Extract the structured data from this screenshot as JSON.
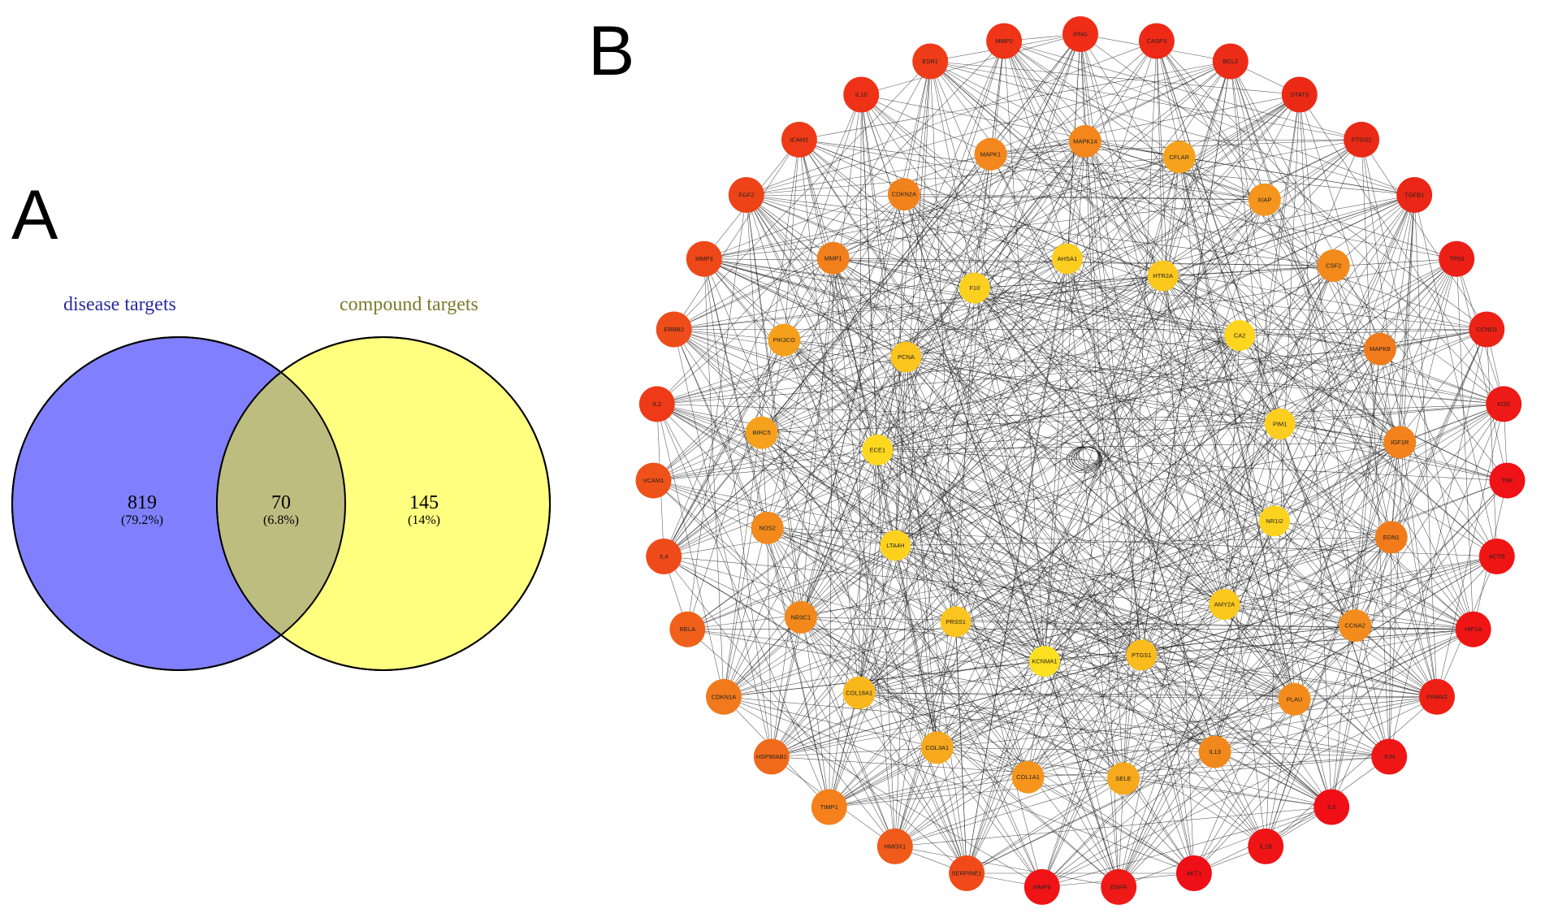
{
  "panels": {
    "a": "A",
    "b": "B"
  },
  "venn": {
    "sets": [
      {
        "label": "disease targets",
        "color": "#8080ff",
        "label_color": "#2a2aa0"
      },
      {
        "label": "compound targets",
        "color": "#ffff80",
        "label_color": "#7a7a2a"
      }
    ],
    "overlap_color": "#bdbd80",
    "regions": [
      {
        "count": "819",
        "percent": "(79.2%)"
      },
      {
        "count": "70",
        "percent": "(6.8%)"
      },
      {
        "count": "145",
        "percent": "(14%)"
      }
    ]
  },
  "network": {
    "outer_ring": [
      {
        "label": "IFNG",
        "color": "#f02d17"
      },
      {
        "label": "CASP3",
        "color": "#ee2a17"
      },
      {
        "label": "BCL2",
        "color": "#ec2c17"
      },
      {
        "label": "STAT3",
        "color": "#eb2a16"
      },
      {
        "label": "PTGS2",
        "color": "#ea2a16"
      },
      {
        "label": "TGFB1",
        "color": "#ea2616"
      },
      {
        "label": "TP53",
        "color": "#ec1f17"
      },
      {
        "label": "CCND1",
        "color": "#ec2216"
      },
      {
        "label": "FOS",
        "color": "#ee1a17"
      },
      {
        "label": "TNF",
        "color": "#ef1216"
      },
      {
        "label": "ACTB",
        "color": "#ef1514"
      },
      {
        "label": "HIF1A",
        "color": "#ef1514"
      },
      {
        "label": "PPARG",
        "color": "#ee2015"
      },
      {
        "label": "JUN",
        "color": "#ef1716"
      },
      {
        "label": "IL6",
        "color": "#f00f17"
      },
      {
        "label": "IL1B",
        "color": "#ef1517"
      },
      {
        "label": "AKT1",
        "color": "#ee0f17"
      },
      {
        "label": "EGFR",
        "color": "#ef1a17"
      },
      {
        "label": "MMP9",
        "color": "#f01417"
      },
      {
        "label": "SERPINE1",
        "color": "#f04a1a"
      },
      {
        "label": "HMOX1",
        "color": "#f05a1a"
      },
      {
        "label": "TIMP1",
        "color": "#f5801c"
      },
      {
        "label": "HSP90AB1",
        "color": "#f06a1b"
      },
      {
        "label": "CDKN1A",
        "color": "#f07a1c"
      },
      {
        "label": "RELA",
        "color": "#f0601b"
      },
      {
        "label": "IL4",
        "color": "#ef4a19"
      },
      {
        "label": "VCAM1",
        "color": "#ee5219"
      },
      {
        "label": "IL2",
        "color": "#ee3a18"
      },
      {
        "label": "ERBB2",
        "color": "#ee4c19"
      },
      {
        "label": "MMP3",
        "color": "#ee4818"
      },
      {
        "label": "FGF2",
        "color": "#ee4318"
      },
      {
        "label": "ICAM1",
        "color": "#ee3a18"
      },
      {
        "label": "IL10",
        "color": "#ef3217"
      },
      {
        "label": "ESR1",
        "color": "#ef3c18"
      },
      {
        "label": "MMP2",
        "color": "#ef3418"
      }
    ],
    "middle_ring": [
      {
        "label": "CFLAR",
        "color": "#f7a21d"
      },
      {
        "label": "XIAP",
        "color": "#f5951d"
      },
      {
        "label": "CSF2",
        "color": "#f28a1c"
      },
      {
        "label": "MAPK8",
        "color": "#f17a1b"
      },
      {
        "label": "IGF1R",
        "color": "#f1821c"
      },
      {
        "label": "EDN1",
        "color": "#f17a1b"
      },
      {
        "label": "CCNA2",
        "color": "#f38c1c"
      },
      {
        "label": "PLAU",
        "color": "#f38c1c"
      },
      {
        "label": "IL13",
        "color": "#f1881c"
      },
      {
        "label": "SELE",
        "color": "#f7a91d"
      },
      {
        "label": "COL1A1",
        "color": "#f5951d"
      },
      {
        "label": "COL3A1",
        "color": "#f7a91d"
      },
      {
        "label": "COL18A1",
        "color": "#f9b71e"
      },
      {
        "label": "NR3C1",
        "color": "#f2881c"
      },
      {
        "label": "NOS2",
        "color": "#f28a1c"
      },
      {
        "label": "BIRC5",
        "color": "#f5a11d"
      },
      {
        "label": "PIK3CG",
        "color": "#f5a01d"
      },
      {
        "label": "MMP1",
        "color": "#f17f1b"
      },
      {
        "label": "CDKN2A",
        "color": "#f2831c"
      },
      {
        "label": "MAPK1",
        "color": "#f3861c"
      },
      {
        "label": "MAPK14",
        "color": "#f3861c"
      }
    ],
    "inner_ring": [
      {
        "label": "HTR2A",
        "color": "#fbc81e"
      },
      {
        "label": "CA2",
        "color": "#fdd51f"
      },
      {
        "label": "PIM1",
        "color": "#fdcd1f"
      },
      {
        "label": "NR1I2",
        "color": "#fdd21f"
      },
      {
        "label": "AMY2A",
        "color": "#fbc81e"
      },
      {
        "label": "PTGS1",
        "color": "#f9bb1e"
      },
      {
        "label": "KCNMA1",
        "color": "#fde01f"
      },
      {
        "label": "PRSS1",
        "color": "#fbc41e"
      },
      {
        "label": "LTA4H",
        "color": "#fdd21f"
      },
      {
        "label": "ECE1",
        "color": "#fdd81f"
      },
      {
        "label": "PCNA",
        "color": "#fbc41e"
      },
      {
        "label": "F10",
        "color": "#fdcf1f"
      },
      {
        "label": "AHSA1",
        "color": "#fdcd1f"
      }
    ]
  }
}
